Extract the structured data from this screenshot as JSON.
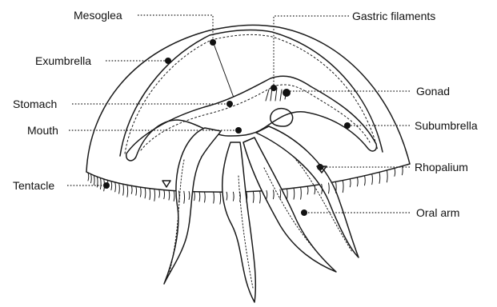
{
  "labels": {
    "mesoglea": "Mesoglea",
    "exumbrella": "Exumbrella",
    "stomach": "Stomach",
    "mouth": "Mouth",
    "tentacle": "Tentacle",
    "gastric_filaments": "Gastric filaments",
    "gonad": "Gonad",
    "subumbrella": "Subumbrella",
    "rhopalium": "Rhopalium",
    "oral_arm": "Oral arm"
  }
}
